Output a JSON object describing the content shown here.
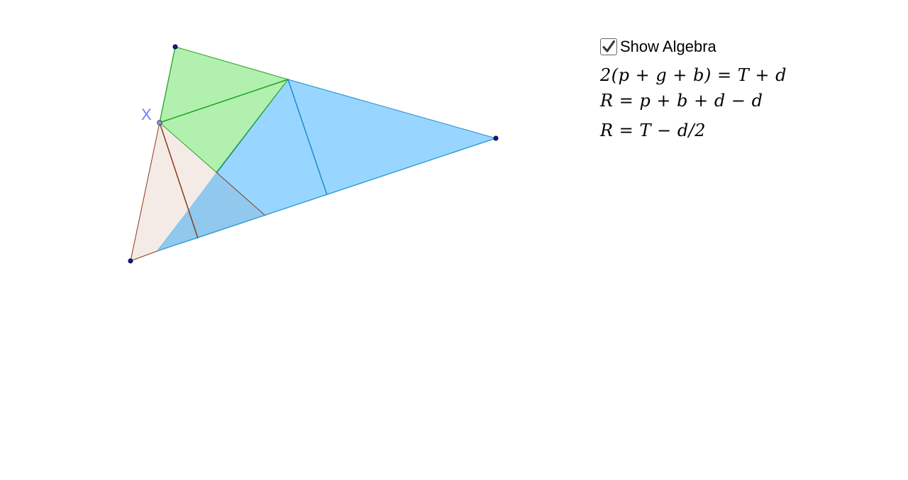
{
  "canvas": {
    "point_label": "X"
  },
  "panel": {
    "checkbox_label": "Show Algebra",
    "checkbox_checked": true,
    "formulas": [
      "2(p + g + b) = T + d",
      "R = p + b + d − d",
      "R = T − d/2"
    ]
  },
  "colors": {
    "green_fill": "#b2f0b0",
    "green_stroke": "#1fa51f",
    "blue_fill": "#99d6ff",
    "blue_stroke": "#1a8ccc",
    "overlap_fill": "#90c8ee",
    "peach_fill": "#f5ebe6",
    "brown_stroke": "#8b3a1a",
    "point": "#0a1aa0",
    "label": "#6a7fff"
  },
  "icons": {
    "checkbox": "checkmark-icon"
  }
}
